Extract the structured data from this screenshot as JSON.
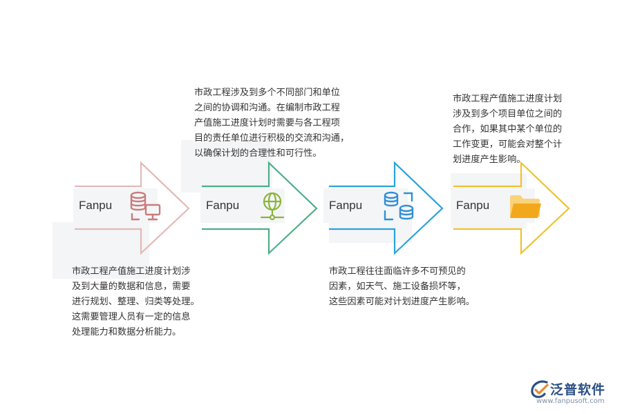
{
  "steps": [
    {
      "label": "Fanpu",
      "icon": "database-computer-icon",
      "color": "#e3b8b8",
      "icon_color": "#c97c7c",
      "description": "市政工程产值施工进度计划涉\n及到大量的数据和信息，需要\n进行规划、整理、归类等处理。\n这需要管理人员有一定的信息\n处理能力和数据分析能力。"
    },
    {
      "label": "Fanpu",
      "icon": "globe-network-icon",
      "color": "#4cae87",
      "icon_color": "#8ab53a",
      "description": "市政工程涉及到多个不同部门和单位\n之间的协调和沟通。在编制市政工程\n产值施工进度计划时需要与各工程项\n目的责任单位进行积极的交流和沟通，\n以确保计划的合理性和可行性。"
    },
    {
      "label": "Fanpu",
      "icon": "database-sync-icon",
      "color": "#29a2dc",
      "icon_color": "#2f8fd8",
      "description": "市政工程往往面临许多不可预见的\n因素，如天气、施工设备损坏等，\n这些因素可能对计划进度产生影响。"
    },
    {
      "label": "Fanpu",
      "icon": "folder-icon",
      "color": "#efc22b",
      "icon_color": "#f3a81c",
      "description": "市政工程产值施工进度计划\n涉及到多个项目单位之间的\n合作，如果其中某个单位的\n工作变更，可能会对整个计\n划进度产生影响。"
    }
  ],
  "brand": {
    "name": "泛普软件",
    "url": "www.fanpusoft.com",
    "color": "#2b4f86",
    "accent": "#e98a2c"
  }
}
